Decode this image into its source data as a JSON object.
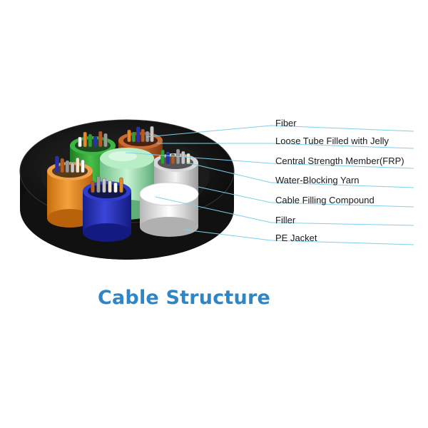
{
  "title": "Cable Structure",
  "labels": [
    "Fiber",
    "Loose Tube Filled with Jelly",
    "Central Strength Member(FRP)",
    "Water-Blocking Yarn",
    "Cable Filling Compound",
    "Filler",
    "PE  Jacket"
  ],
  "colors": {
    "title": "#2f86c6",
    "leader_line": "#7fd0ec",
    "jacket": "#161616",
    "tube_orange": "#e8891d",
    "tube_green": "#2fa032",
    "tube_blue": "#2430b8",
    "tube_brown": "#b65a22",
    "tube_white": "#e6e6e6",
    "strength_member": "#9fe3b4"
  }
}
